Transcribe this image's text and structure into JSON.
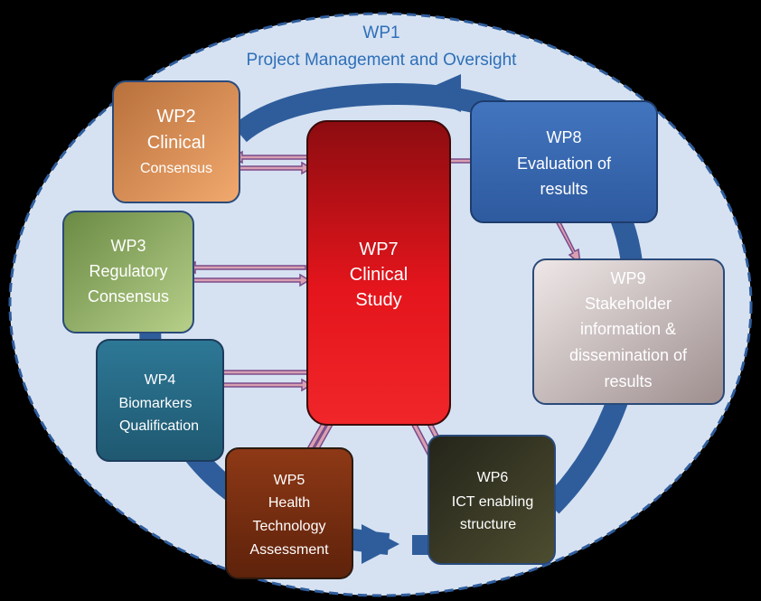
{
  "wp1": {
    "code": "WP1",
    "title": "Project Management and Oversight"
  },
  "wp2": {
    "code": "WP2",
    "line1": "Clinical",
    "line2": "Consensus"
  },
  "wp3": {
    "code": "WP3",
    "line1": "Regulatory",
    "line2": "Consensus"
  },
  "wp4": {
    "code": "WP4",
    "line1": "Biomarkers",
    "line2": "Qualification"
  },
  "wp5": {
    "code": "WP5",
    "line1": "Health",
    "line2": "Technology",
    "line3": "Assessment"
  },
  "wp6": {
    "code": "WP6",
    "line1": "ICT enabling",
    "line2": "structure"
  },
  "wp7": {
    "code": "WP7",
    "line1": "Clinical",
    "line2": "Study"
  },
  "wp8": {
    "code": "WP8",
    "line1": "Evaluation of",
    "line2": "results"
  },
  "wp9": {
    "code": "WP9",
    "line1": "Stakeholder",
    "line2": "information &",
    "line3": "dissemination of",
    "line4": "results"
  },
  "colors": {
    "background_ellipse": "#d6e2f2",
    "cycle_arrow": "#2f5d9c",
    "link_arrow": "#d8a0b0",
    "wp2": "#d9894a",
    "wp3": "#8aab5a",
    "wp4": "#2b6b8c",
    "wp5": "#7a2e12",
    "wp6": "#3a3a22",
    "wp7": "#d8141a",
    "wp8": "#3a68b2",
    "wp9": "#c6b8b8"
  }
}
